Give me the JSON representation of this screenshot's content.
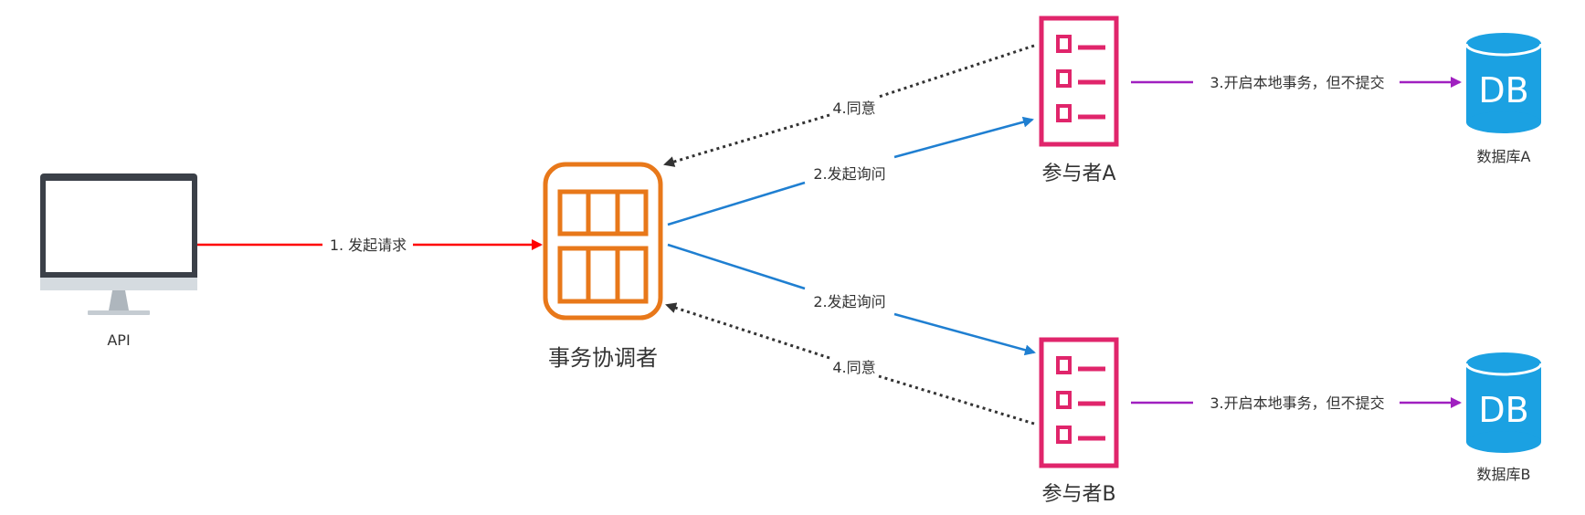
{
  "nodes": {
    "api": {
      "label": "API",
      "icon": "monitor-icon"
    },
    "coordinator": {
      "label": "事务协调者",
      "icon": "coordinator-grid-icon",
      "color": "#e8781a"
    },
    "participant_a": {
      "label": "参与者A",
      "icon": "checklist-icon",
      "color": "#e0256b"
    },
    "participant_b": {
      "label": "参与者B",
      "icon": "checklist-icon",
      "color": "#e0256b"
    },
    "db_a": {
      "label": "数据库A",
      "icon": "database-icon",
      "icon_text": "DB",
      "color": "#1ba1e2"
    },
    "db_b": {
      "label": "数据库B",
      "icon": "database-icon",
      "icon_text": "DB",
      "color": "#1ba1e2"
    }
  },
  "edges": {
    "api_to_coordinator": {
      "label": "1. 发起请求",
      "color": "#ff0000"
    },
    "coordinator_to_a": {
      "label": "2.发起询问",
      "color": "#1f7fd1"
    },
    "coordinator_to_b": {
      "label": "2.发起询问",
      "color": "#1f7fd1"
    },
    "a_to_coordinator": {
      "label": "4.同意",
      "color": "#333333"
    },
    "b_to_coordinator": {
      "label": "4.同意",
      "color": "#333333"
    },
    "a_to_db": {
      "label": "3.开启本地事务，但不提交",
      "color": "#a020c0"
    },
    "b_to_db": {
      "label": "3.开启本地事务，但不提交",
      "color": "#a020c0"
    }
  }
}
